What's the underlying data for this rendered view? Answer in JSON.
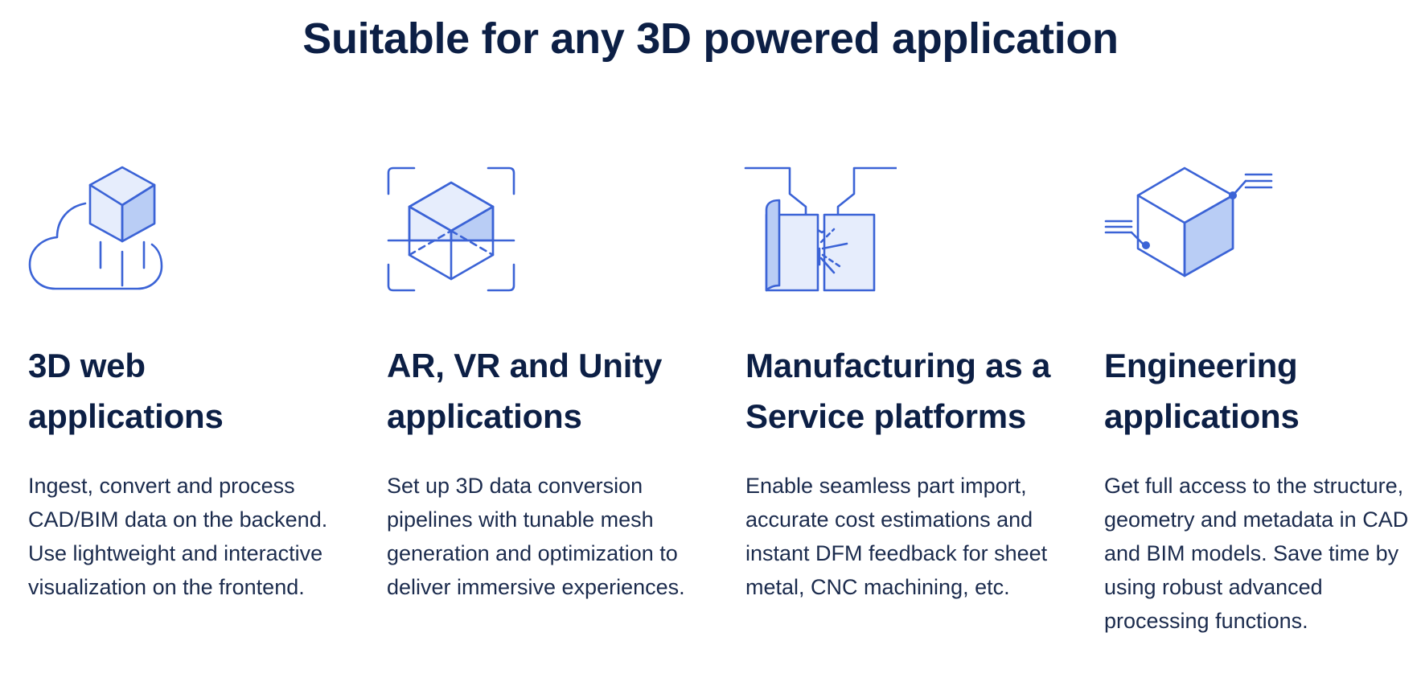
{
  "header": {
    "title": "Suitable for any 3D powered application"
  },
  "cards": [
    {
      "icon": "cloud-cube-icon",
      "title": "3D web applications",
      "text": "Ingest, convert and process CAD/BIM data on the backend. Use lightweight and interactive visualization on the frontend."
    },
    {
      "icon": "ar-scan-cube-icon",
      "title": "AR, VR and Unity applications",
      "text": "Set up 3D data conversion pipelines with tunable mesh generation and optimization to deliver immersive experiences."
    },
    {
      "icon": "sheet-metal-press-icon",
      "title": "Manufacturing as a Service platforms",
      "text": "Enable seamless part import, accurate cost estimations and instant DFM feedback for sheet metal, CNC machining, etc."
    },
    {
      "icon": "engineering-cube-icon",
      "title": "Engineering applications",
      "text": "Get full access to the structure, geometry and metadata in CAD and BIM models. Save time by using robust advanced processing functions."
    }
  ],
  "colors": {
    "heading": "#0c1f45",
    "icon_stroke": "#3b63d6",
    "icon_fill_light": "#e6edfc",
    "icon_fill_mid": "#b9cdf5"
  }
}
